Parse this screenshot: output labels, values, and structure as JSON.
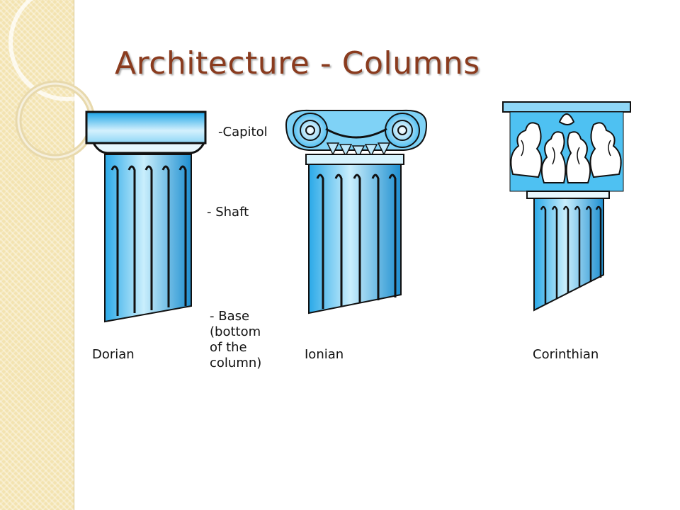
{
  "slide": {
    "title": "Architecture - Columns",
    "annotations": {
      "capitol": "-Capitol",
      "shaft": "- Shaft",
      "base": "- Base\n(bottom\nof the\ncolumn)"
    },
    "columns": [
      {
        "name": "Dorian"
      },
      {
        "name": "Ionian"
      },
      {
        "name": "Corinthian"
      }
    ]
  },
  "theme": {
    "title_color": "#8a3b1e",
    "panel_color": "#f3e3b0",
    "column_blue": "#3fb8f0"
  }
}
